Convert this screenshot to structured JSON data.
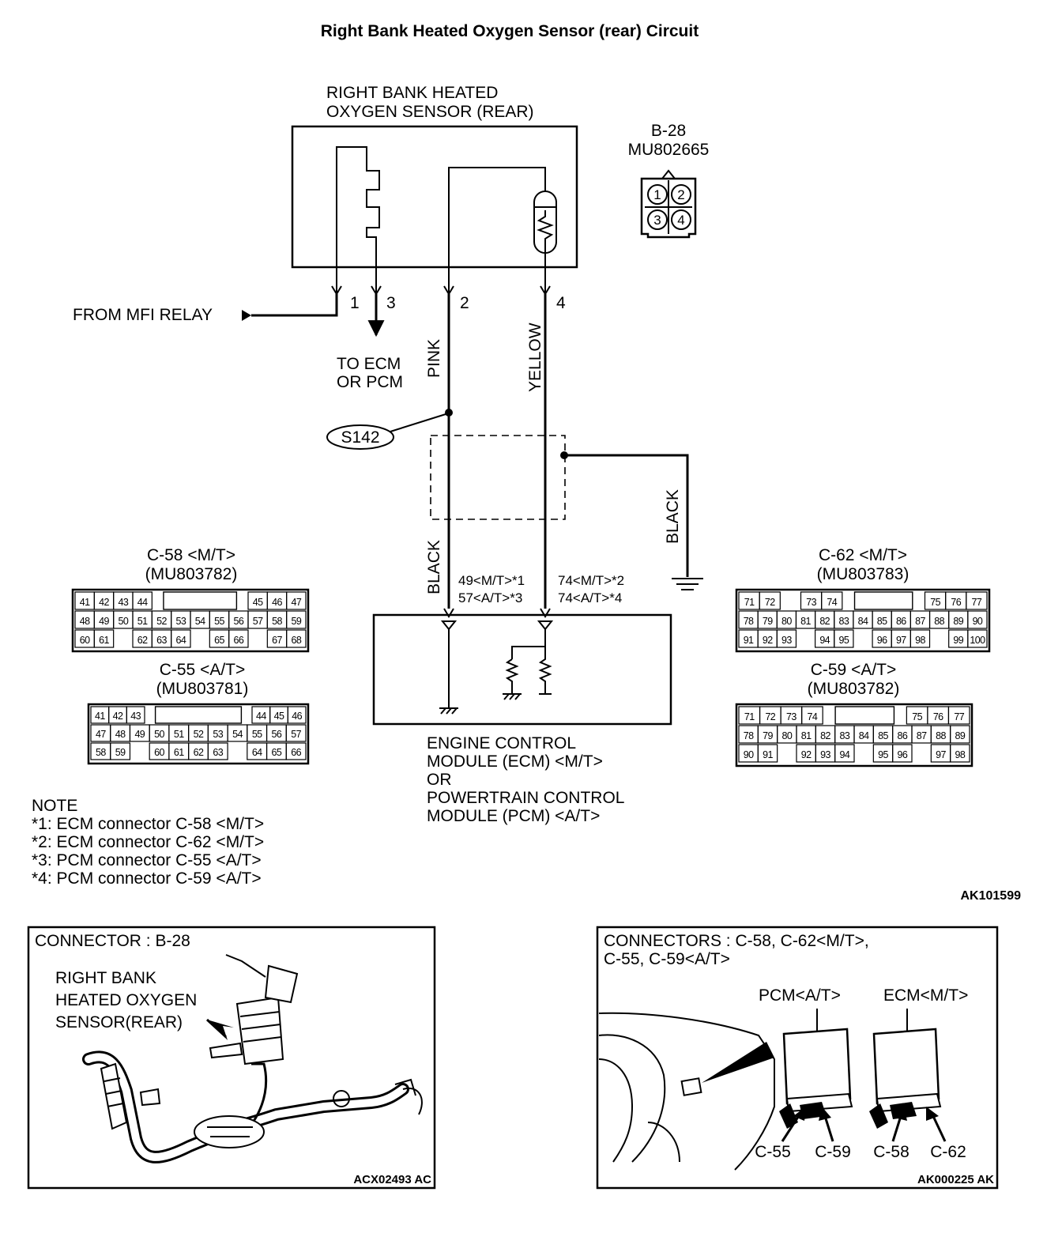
{
  "title": "Right Bank Heated Oxygen Sensor (rear) Circuit",
  "sensor": {
    "line1": "RIGHT BANK HEATED",
    "line2": "OXYGEN SENSOR (REAR)",
    "pins": [
      "1",
      "3",
      "2",
      "4"
    ]
  },
  "b28": {
    "id": "B-28",
    "part": "MU802665",
    "pins": [
      "1",
      "2",
      "3",
      "4"
    ]
  },
  "mfi_relay": "FROM MFI RELAY",
  "to_ecm": {
    "line1": "TO ECM",
    "line2": "OR PCM"
  },
  "wire_colors": {
    "pink": "PINK",
    "yellow": "YELLOW",
    "black_left": "BLACK",
    "black_right": "BLACK"
  },
  "splice": "S142",
  "ecm_pins": {
    "left1": "49<M/T>*1",
    "left2": "57<A/T>*3",
    "right1": "74<M/T>*2",
    "right2": "74<A/T>*4"
  },
  "ecm_label": [
    "ENGINE CONTROL",
    "MODULE (ECM) <M/T>",
    "OR",
    "POWERTRAIN CONTROL",
    "MODULE (PCM) <A/T>"
  ],
  "connectors": [
    {
      "name": "C-58 <M/T>",
      "part": "(MU803782)",
      "rows": [
        [
          "41",
          "42",
          "43",
          "44",
          "",
          "",
          "",
          "",
          "",
          "45",
          "46",
          "47"
        ],
        [
          "48",
          "49",
          "50",
          "51",
          "52",
          "53",
          "54",
          "55",
          "56",
          "57",
          "58",
          "59"
        ],
        [
          "60",
          "61",
          "",
          "62",
          "63",
          "64",
          "",
          "65",
          "66",
          "",
          "67",
          "68"
        ]
      ]
    },
    {
      "name": "C-55 <A/T>",
      "part": "(MU803781)",
      "rows": [
        [
          "41",
          "42",
          "43",
          "",
          "",
          "",
          "",
          "",
          "",
          "44",
          "45",
          "46"
        ],
        [
          "47",
          "48",
          "49",
          "50",
          "51",
          "52",
          "53",
          "54",
          "55",
          "56",
          "57"
        ],
        [
          "58",
          "59",
          "",
          "60",
          "61",
          "62",
          "63",
          "",
          "64",
          "65",
          "66"
        ]
      ]
    },
    {
      "name": "C-62 <M/T>",
      "part": "(MU803783)",
      "rows": [
        [
          "71",
          "72",
          "",
          "73",
          "74",
          "",
          "",
          "",
          "",
          "75",
          "76",
          "77"
        ],
        [
          "78",
          "79",
          "80",
          "81",
          "82",
          "83",
          "84",
          "85",
          "86",
          "87",
          "88",
          "89",
          "90"
        ],
        [
          "91",
          "92",
          "93",
          "",
          "94",
          "95",
          "",
          "96",
          "97",
          "98",
          "",
          "99",
          "100"
        ]
      ]
    },
    {
      "name": "C-59 <A/T>",
      "part": "(MU803782)",
      "rows": [
        [
          "71",
          "72",
          "73",
          "74",
          "",
          "",
          "",
          "",
          "75",
          "76",
          "77"
        ],
        [
          "78",
          "79",
          "80",
          "81",
          "82",
          "83",
          "84",
          "85",
          "86",
          "87",
          "88",
          "89"
        ],
        [
          "90",
          "91",
          "",
          "92",
          "93",
          "94",
          "",
          "95",
          "96",
          "",
          "97",
          "98"
        ]
      ]
    }
  ],
  "note": {
    "heading": "NOTE",
    "lines": [
      "*1: ECM connector C-58 <M/T>",
      "*2: ECM connector C-62 <M/T>",
      "*3: PCM connector C-55 <A/T>",
      "*4: PCM connector C-59 <A/T>"
    ]
  },
  "ref_main": "AK101599",
  "panel_left": {
    "title": "CONNECTOR : B-28",
    "label": [
      "RIGHT BANK",
      "HEATED OXYGEN",
      "SENSOR(REAR)"
    ],
    "ref": "ACX02493 AC"
  },
  "panel_right": {
    "title_line1": "CONNECTORS : C-58, C-62<M/T>,",
    "title_line2": "C-55, C-59<A/T>",
    "pcm": "PCM<A/T>",
    "ecm": "ECM<M/T>",
    "labels": [
      "C-55",
      "C-59",
      "C-58",
      "C-62"
    ],
    "ref": "AK000225 AK"
  }
}
